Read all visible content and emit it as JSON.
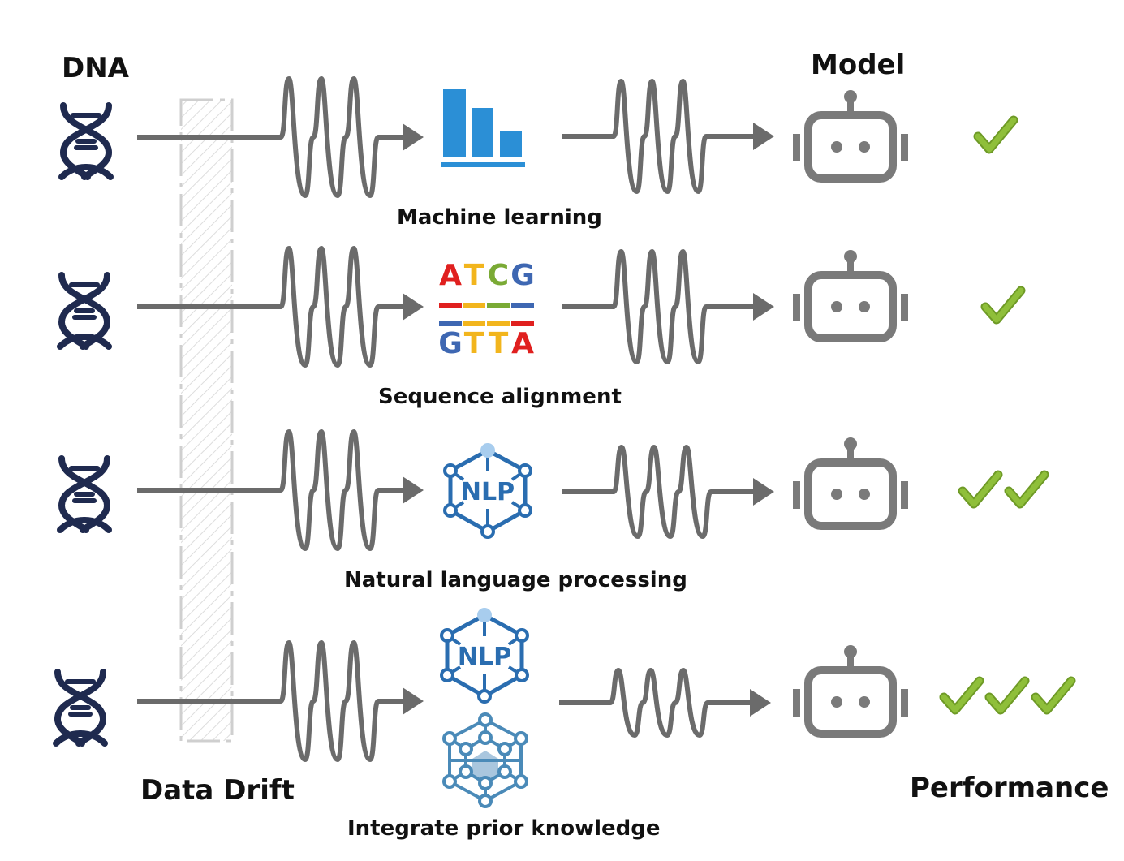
{
  "headers": {
    "dna": "DNA",
    "model": "Model",
    "data_drift": "Data Drift",
    "performance": "Performance"
  },
  "rows": [
    {
      "method_label": "Machine learning",
      "method_icon": "bar-chart-icon",
      "checks": 1
    },
    {
      "method_label": "Sequence alignment",
      "method_icon": "sequence-alignment-icon",
      "checks": 1
    },
    {
      "method_label": "Natural language processing",
      "method_icon": "nlp-network-icon",
      "checks": 2
    },
    {
      "method_label": "Integrate prior knowledge",
      "method_icon": "nlp-network-icon + knowledge-graph-icon",
      "checks": 3
    }
  ],
  "alignment": {
    "top": [
      "A",
      "T",
      "C",
      "G"
    ],
    "bottom": [
      "G",
      "T",
      "T",
      "A"
    ]
  },
  "nlp_text": "NLP",
  "colors": {
    "dna": "#1f2a4f",
    "wave": "#6b6b6b",
    "robot": "#7a7a7a",
    "check": "#8fbf3a",
    "bar": "#2b8fd6",
    "nlp": "#2a6db0",
    "kg": "#4a8ab8",
    "A": "#e0201f",
    "T": "#f2b51d",
    "C": "#7aaa35",
    "G": "#3e67b2"
  }
}
